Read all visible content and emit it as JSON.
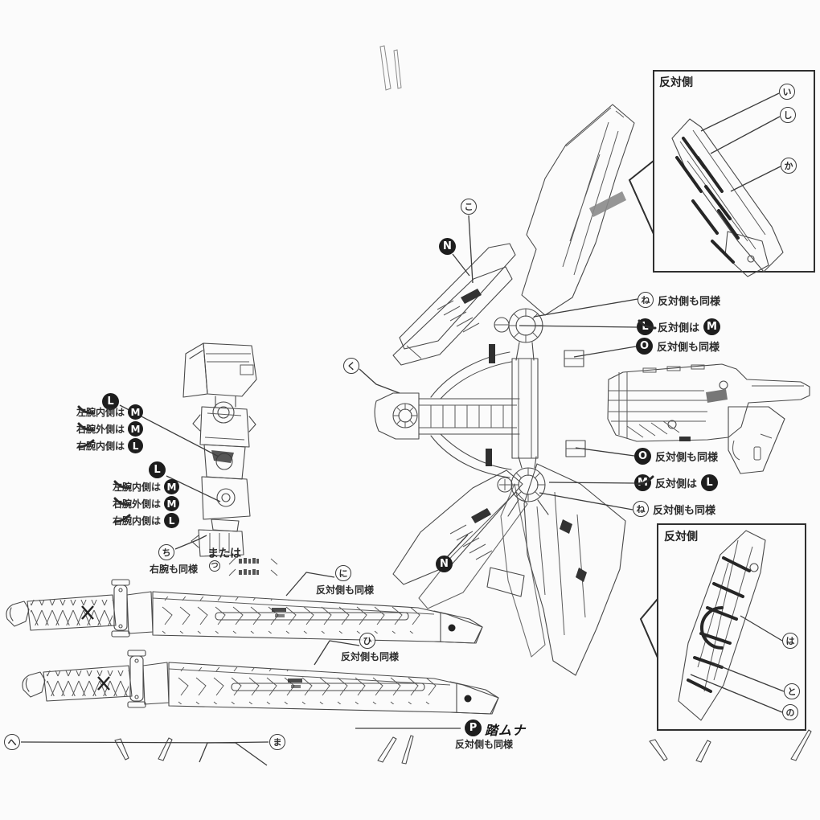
{
  "boxes": {
    "top_right": {
      "title": "反対側",
      "callouts": [
        "い",
        "し",
        "か"
      ]
    },
    "bottom_right": {
      "title": "反対側",
      "callouts": [
        "は",
        "と",
        "の"
      ]
    }
  },
  "right_callouts": {
    "upper": [
      {
        "marker": "ね",
        "text": "反対側も同様"
      },
      {
        "marker": "L",
        "text": "反対側は",
        "ref": "M"
      },
      {
        "marker": "O",
        "text": "反対側も同様"
      }
    ],
    "lower": [
      {
        "marker": "O",
        "text": "反対側も同様"
      },
      {
        "marker": "M",
        "text": "反対側は",
        "ref": "L"
      },
      {
        "marker": "ね",
        "text": "反対側も同様"
      }
    ]
  },
  "arm": {
    "group1": {
      "marker": "L",
      "rows": [
        {
          "label": "左腕内側は",
          "ref": "M"
        },
        {
          "label": "右腕外側は",
          "ref": "M"
        },
        {
          "label": "右腕内側は",
          "ref": "L"
        }
      ]
    },
    "group2": {
      "marker": "L",
      "rows": [
        {
          "label": "左腕内側は",
          "ref": "M"
        },
        {
          "label": "右腕外側は",
          "ref": "M"
        },
        {
          "label": "右腕内側は",
          "ref": "L"
        }
      ]
    },
    "chi": {
      "marker": "ち",
      "note": "右腕も同様"
    },
    "or": {
      "label": "または",
      "marker": "つ"
    }
  },
  "unit_markers": {
    "ko": "こ",
    "ku": "く",
    "n_top": "N",
    "n_bottom": "N"
  },
  "swords": [
    {
      "marker": "に",
      "note": "反対側も同様"
    },
    {
      "marker": "ひ",
      "note": "反対側も同様"
    }
  ],
  "foot": {
    "marker": "P",
    "decal": "踏ムナ",
    "note": "反対側も同様"
  },
  "bottom_markers": {
    "he": "へ",
    "ma": "ま"
  },
  "colors": {
    "ink": "#4a4a4a",
    "decal": "#262626",
    "paper": "#fbfbfb"
  }
}
